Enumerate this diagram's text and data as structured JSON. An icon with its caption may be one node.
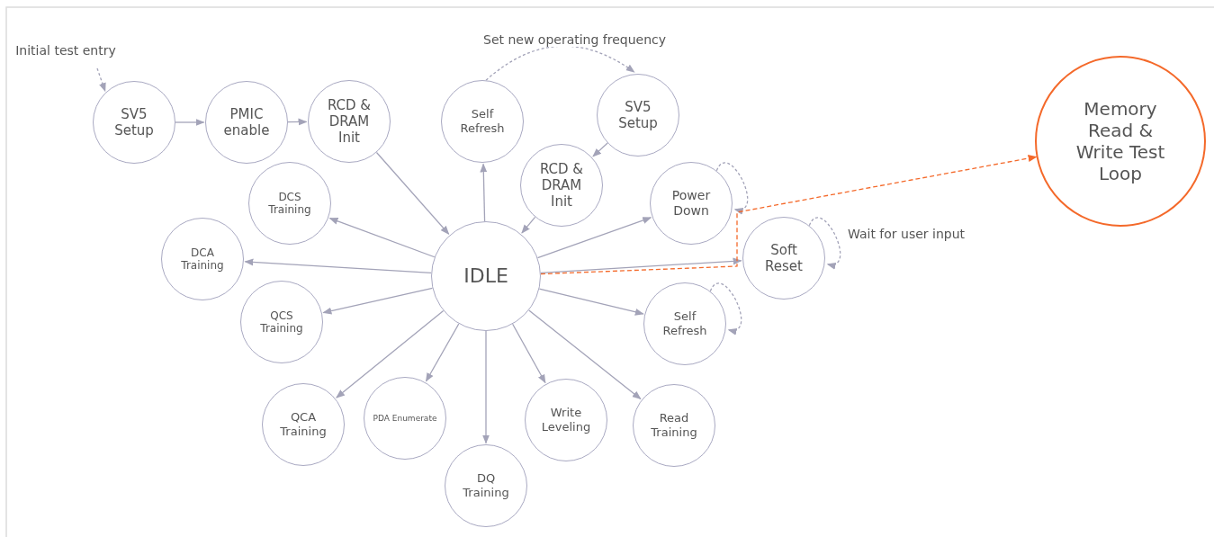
{
  "diagram": {
    "nodes": [
      {
        "text": [
          "Initial test entry"
        ]
      },
      {
        "text": [
          "SV5 Setup"
        ]
      },
      {
        "text": [
          "PMIC enable"
        ]
      },
      {
        "text": [
          "RCD & DRAM Init"
        ]
      },
      {
        "text": [
          "Self Refresh"
        ]
      },
      {
        "text": [
          "SV5 Setup"
        ]
      },
      {
        "text": [
          "RCD & DRAM Init"
        ]
      },
      {
        "text": [
          "DCS Training"
        ]
      },
      {
        "text": [
          "Power Down"
        ]
      },
      {
        "text": [
          "DCA Training"
        ]
      },
      {
        "text": [
          "IDLE"
        ]
      },
      {
        "text": [
          "Soft Reset"
        ]
      },
      {
        "text": [
          "QCS Training"
        ]
      },
      {
        "text": [
          "Self Refresh"
        ]
      },
      {
        "text": [
          "QCA Training"
        ]
      },
      {
        "text": [
          "PDA Enumerate"
        ]
      },
      {
        "text": [
          "DQ Training"
        ]
      },
      {
        "text": [
          "Write Leveling"
        ]
      },
      {
        "text": [
          "Read Training"
        ]
      },
      {
        "text": [
          "Memory Read & Write Test Loop"
        ]
      }
    ],
    "edges": [
      {
        "from": 0,
        "to": 1,
        "arrow": "to",
        "style": "dashed"
      },
      {
        "from": 1,
        "to": 2,
        "arrow": "to"
      },
      {
        "from": 2,
        "to": 3,
        "arrow": "to"
      },
      {
        "from": 3,
        "to": 10,
        "arrow": "to"
      },
      {
        "from": 10,
        "to": 4,
        "arrow": "to"
      },
      {
        "from": 4,
        "to": 5,
        "arrow": "to",
        "style": "dashed",
        "label": "Set new operating frequency"
      },
      {
        "from": 5,
        "to": 6,
        "arrow": "to"
      },
      {
        "from": 6,
        "to": 10,
        "arrow": "to"
      },
      {
        "from": 10,
        "to": 7,
        "arrow": "to"
      },
      {
        "from": 10,
        "to": 9,
        "arrow": "to"
      },
      {
        "from": 10,
        "to": 12,
        "arrow": "to"
      },
      {
        "from": 10,
        "to": 14,
        "arrow": "to"
      },
      {
        "from": 10,
        "to": 15,
        "arrow": "to"
      },
      {
        "from": 10,
        "to": 16,
        "arrow": "to"
      },
      {
        "from": 10,
        "to": 17,
        "arrow": "to"
      },
      {
        "from": 10,
        "to": 18,
        "arrow": "to"
      },
      {
        "from": 10,
        "to": 13,
        "arrow": "to"
      },
      {
        "from": 10,
        "to": 11,
        "arrow": "to"
      },
      {
        "from": 10,
        "to": 8,
        "arrow": "to"
      },
      {
        "from": 8,
        "to": 8,
        "arrow": "to",
        "style": "dashed"
      },
      {
        "from": 11,
        "to": 11,
        "arrow": "to",
        "style": "dashed",
        "label": "Wait for user input"
      },
      {
        "from": 13,
        "to": 13,
        "arrow": "to",
        "style": "dashed"
      },
      {
        "from": 10,
        "to": 19,
        "arrow": "to",
        "style": "dashed",
        "color": "#f4692a"
      }
    ]
  }
}
